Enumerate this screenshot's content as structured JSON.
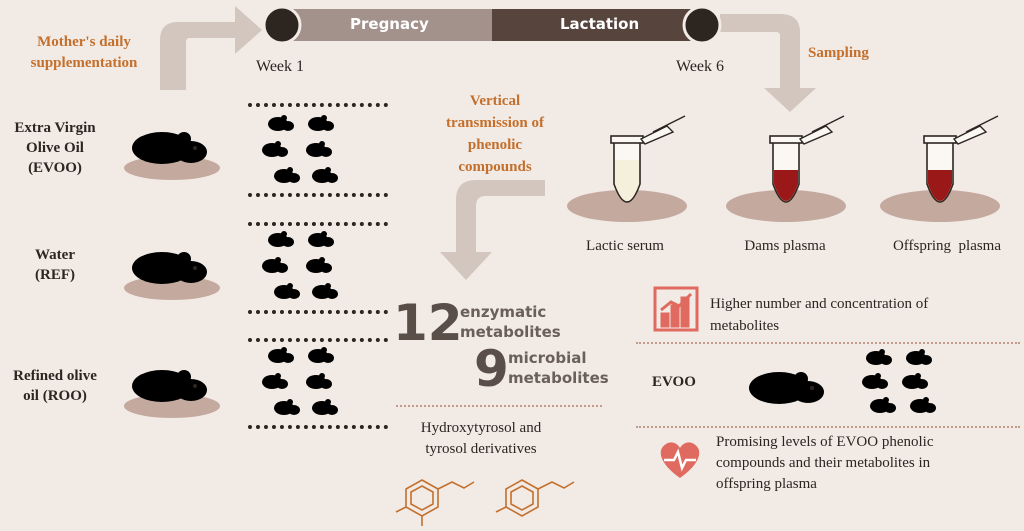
{
  "timeline": {
    "pregnancy": "Pregnacy",
    "lactation": "Lactation",
    "week_start": "Week 1",
    "week_end": "Week 6"
  },
  "supplementation": {
    "line1": "Mother's daily",
    "line2": "supplementation"
  },
  "sampling": "Sampling",
  "groups": [
    {
      "lines": [
        "Extra Virgin",
        "Olive Oil",
        "(EVOO)"
      ],
      "color": "#e3b85a"
    },
    {
      "lines": [
        "Water",
        "(REF)"
      ],
      "color": "#4f9a8f"
    },
    {
      "lines": [
        "Refined olive",
        "oil (ROO)"
      ],
      "color": "#6e6866"
    }
  ],
  "vertical": {
    "lines": [
      "Vertical",
      "transmission of",
      "phenolic",
      "compounds"
    ]
  },
  "samples": [
    {
      "label": "Lactic serum",
      "fill": "#f5f0dc"
    },
    {
      "label": "Dams plasma",
      "fill": "#9b1818"
    },
    {
      "label": "Offspring  plasma",
      "fill": "#9b1818"
    }
  ],
  "metabolites": {
    "enzymatic_count": "12",
    "enzymatic_l1": "enzymatic",
    "enzymatic_l2": "metabolites",
    "microbial_count": "9",
    "microbial_l1": "microbial",
    "microbial_l2": "metabolites",
    "derivatives_l1": "Hydroxytyrosol and",
    "derivatives_l2": "tyrosol derivatives"
  },
  "results": {
    "higher_l1": "Higher number and concentration of",
    "higher_l2": "metabolites",
    "evoo": "EVOO",
    "promising_l1": "Promising levels of EVOO phenolic",
    "promising_l2": "compounds and their metabolites in",
    "promising_l3": "offspring plasma"
  },
  "colors": {
    "accent": "#c4702c",
    "arrow": "#d3c6bf",
    "icon": "#e06a60"
  }
}
